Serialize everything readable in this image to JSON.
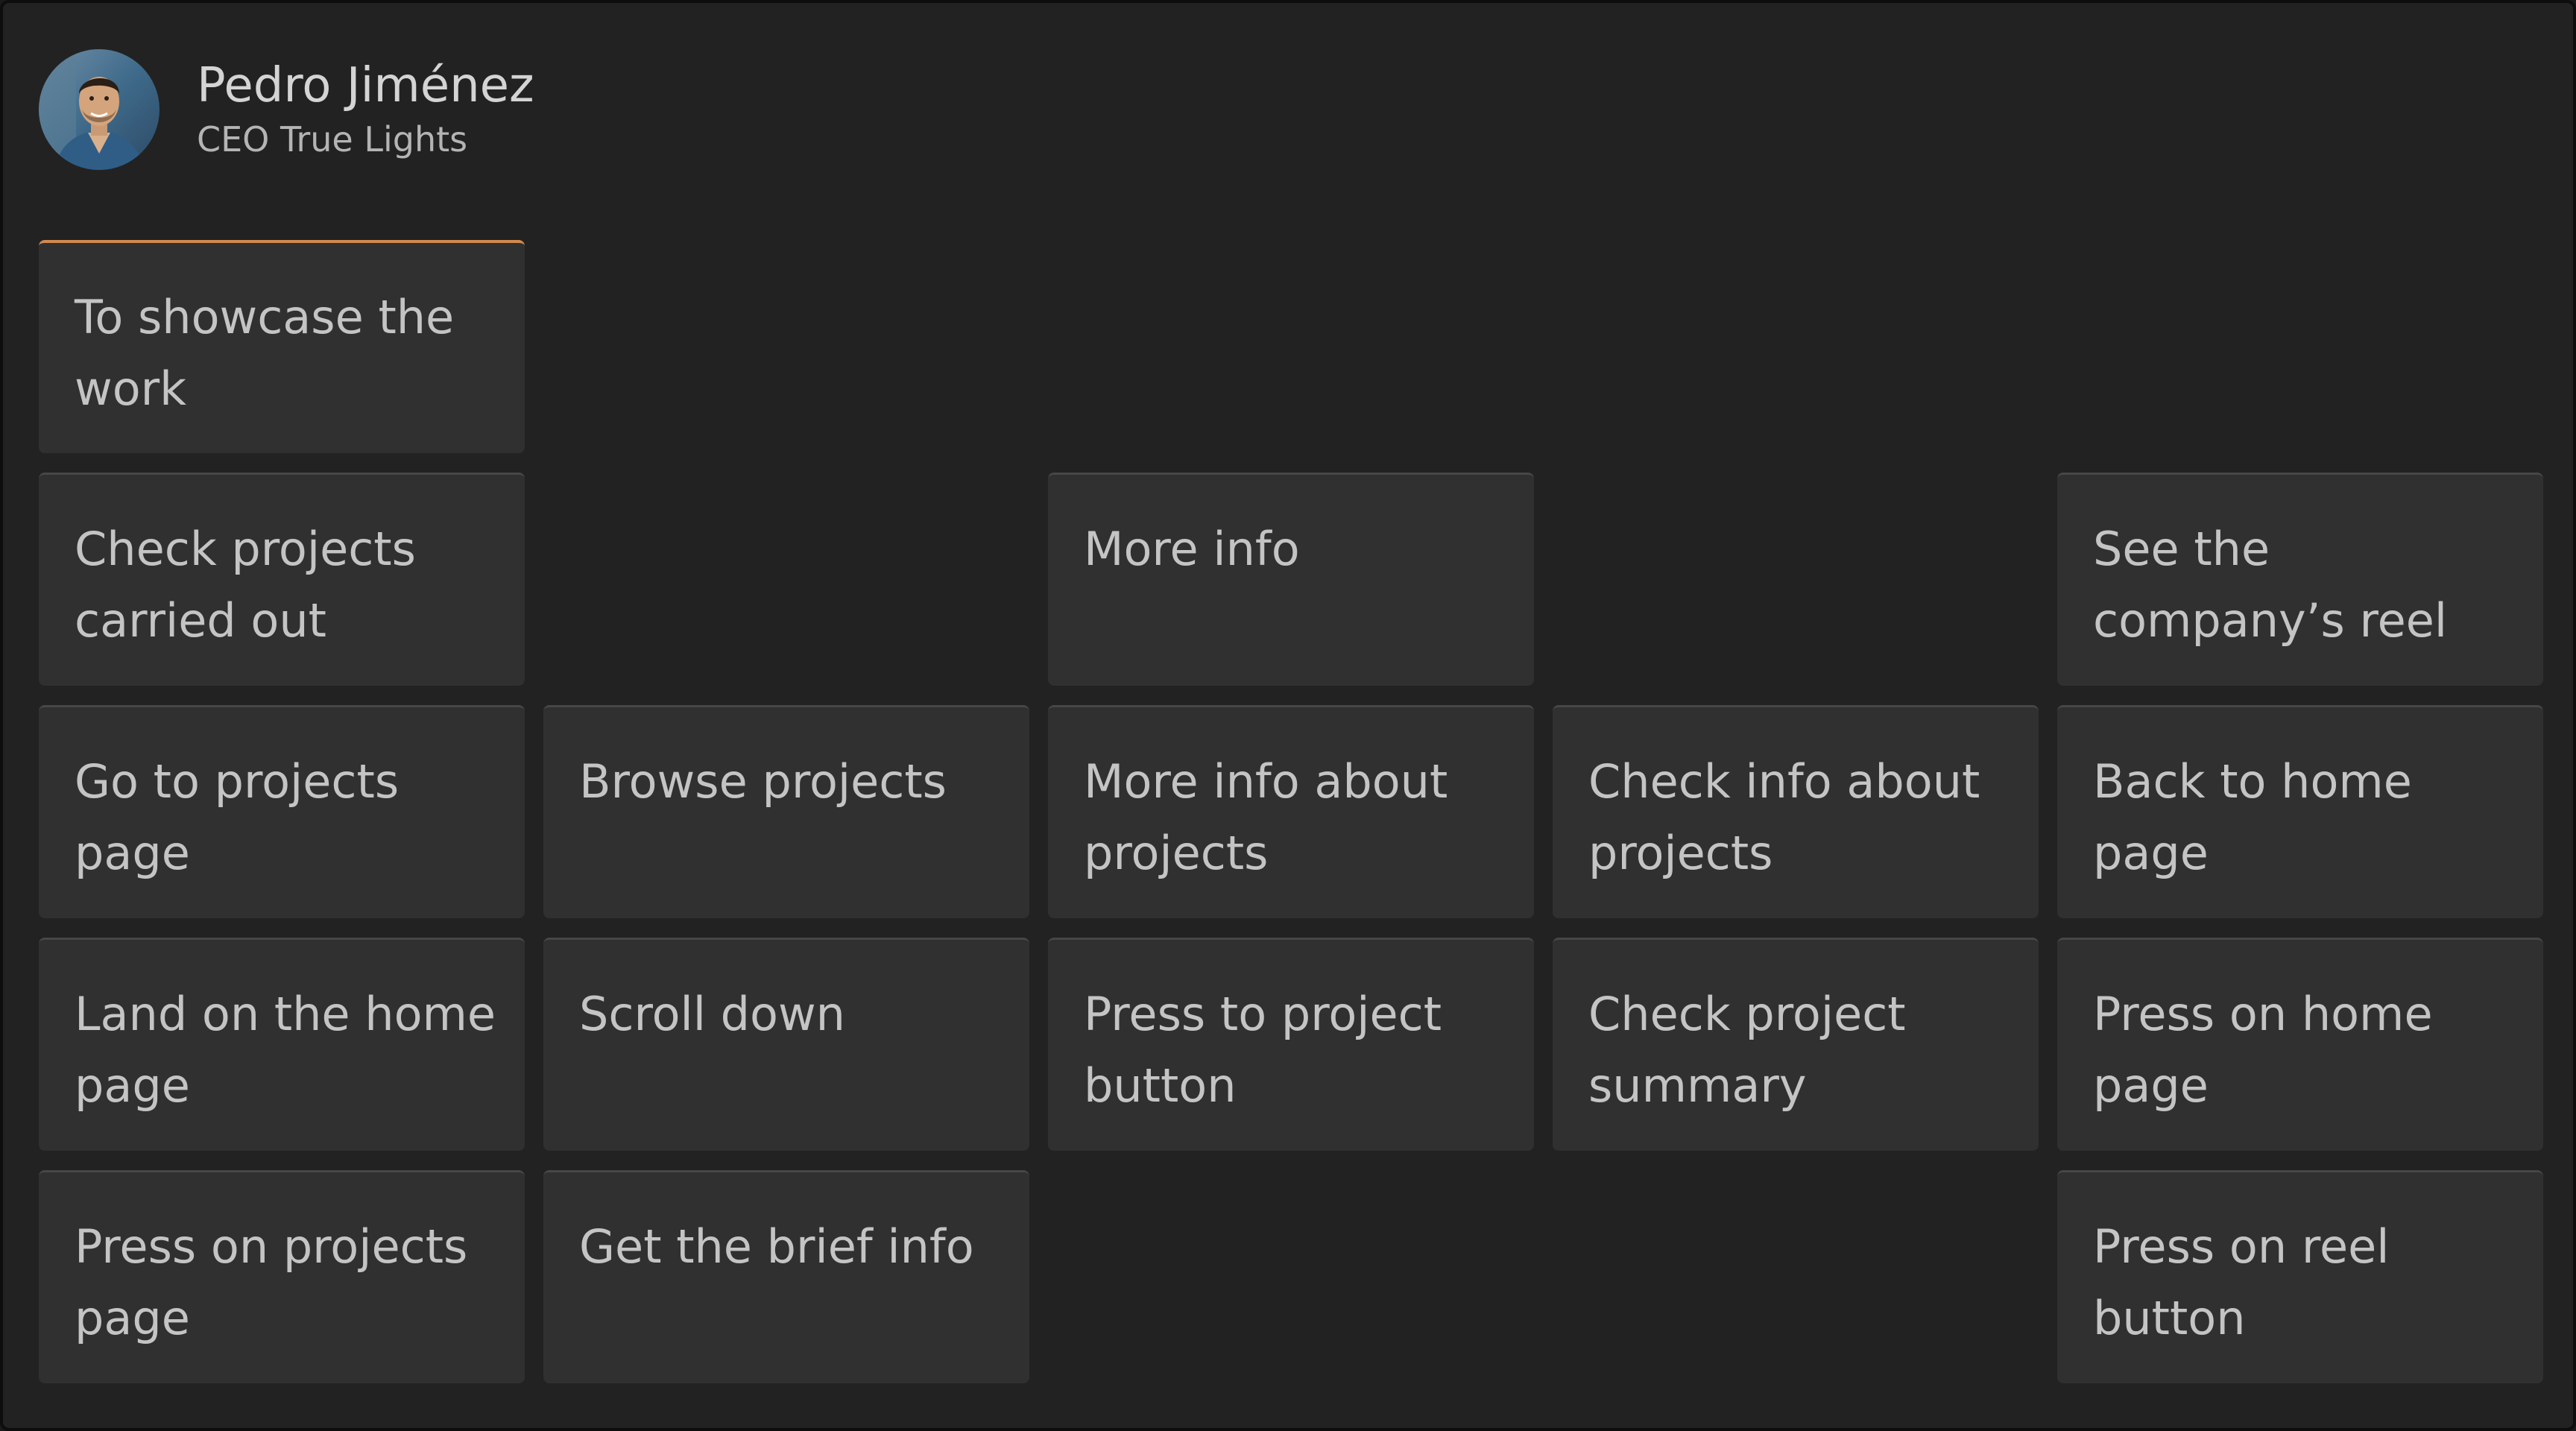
{
  "profile": {
    "name": "Pedro Jiménez",
    "role": "CEO True Lights"
  },
  "colors": {
    "background": "#222222",
    "card": "#303030",
    "goal_accent": "#d08a4f",
    "text": "#c4c4c4"
  },
  "goal": {
    "label": "To showcase the work"
  },
  "activities": [
    {
      "label": "Check projects carried out"
    },
    {
      "label": "More info"
    },
    {
      "label": "See the company’s reel"
    }
  ],
  "tasks": [
    {
      "label": "Go to projects page"
    },
    {
      "label": "Browse projects"
    },
    {
      "label": "More info about projects"
    },
    {
      "label": "Check info about projects"
    },
    {
      "label": "Back to home page"
    },
    {
      "label": "Land on the home page"
    },
    {
      "label": "Scroll down"
    },
    {
      "label": "Press to project button"
    },
    {
      "label": "Check project summary"
    },
    {
      "label": "Press on home page"
    },
    {
      "label": "Press on projects page"
    },
    {
      "label": "Get the brief info"
    },
    {
      "label": "Press on reel button"
    }
  ]
}
